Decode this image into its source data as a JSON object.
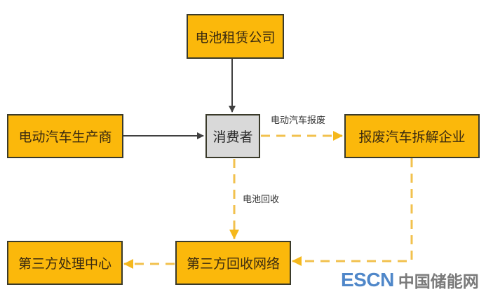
{
  "diagram": {
    "nodes": {
      "battery_leasing": "电池租赁公司",
      "ev_manufacturer": "电动汽车生产商",
      "consumer": "消费者",
      "scrap_dismantler": "报废汽车拆解企业",
      "third_party_processing": "第三方处理中心",
      "third_party_recycling": "第三方回收网络"
    },
    "edge_labels": {
      "ev_scrap": "电动汽车报废",
      "battery_recycling": "电池回收"
    },
    "edges": [
      {
        "from": "battery_leasing",
        "to": "consumer",
        "style": "solid"
      },
      {
        "from": "ev_manufacturer",
        "to": "consumer",
        "style": "solid"
      },
      {
        "from": "consumer",
        "to": "scrap_dismantler",
        "style": "dashed",
        "label": "ev_scrap"
      },
      {
        "from": "consumer",
        "to": "third_party_recycling",
        "style": "dashed",
        "label": "battery_recycling"
      },
      {
        "from": "scrap_dismantler",
        "to": "third_party_recycling",
        "style": "dashed"
      },
      {
        "from": "third_party_recycling",
        "to": "third_party_processing",
        "style": "dashed"
      }
    ],
    "colors": {
      "node_fill": "#fbb80b",
      "consumer_fill": "#d9d9d9",
      "solid_edge": "#404040",
      "dashed_edge": "#f2c14e"
    }
  },
  "watermark": {
    "logo_en": "ESCN",
    "logo_cn": "中国储能网"
  }
}
